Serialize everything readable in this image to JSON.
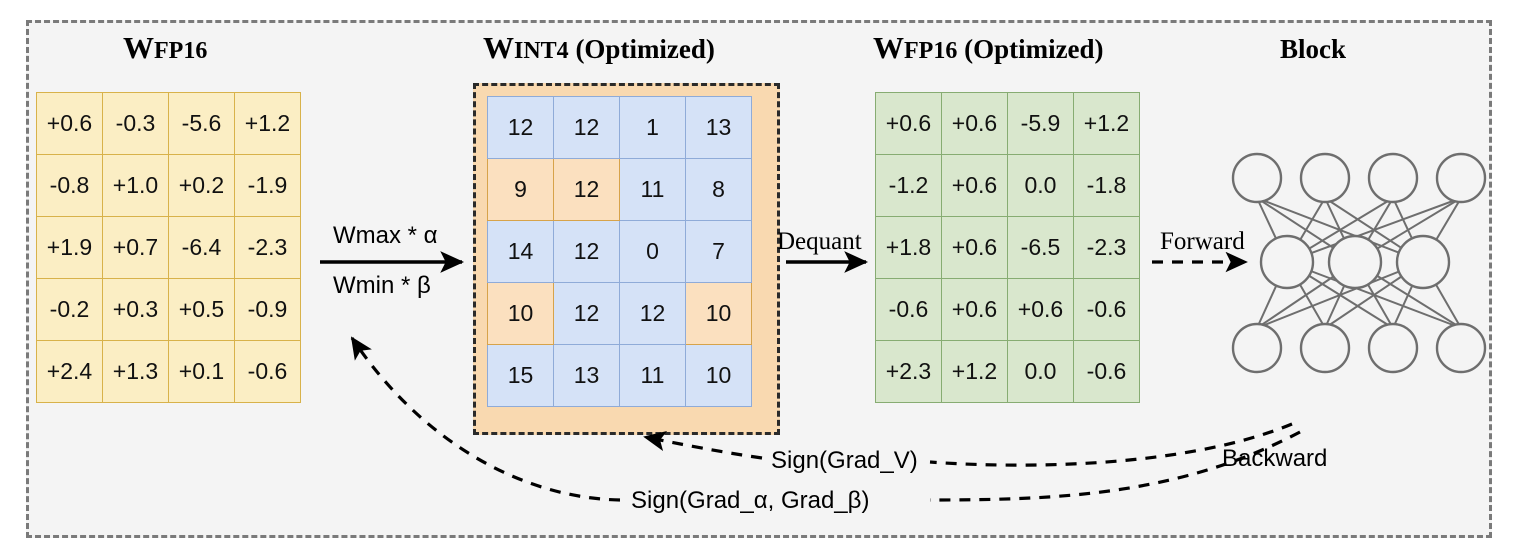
{
  "diagram": {
    "titles": {
      "fp16": {
        "base": "W",
        "sub": "FP16",
        "suffix": ""
      },
      "int4": {
        "base": "W",
        "sub": "INT4",
        "suffix": " (Optimized)"
      },
      "fp16_opt": {
        "base": "W",
        "sub": "FP16",
        "suffix": " (Optimized)"
      },
      "block": "Block"
    },
    "matrices": {
      "fp16": {
        "name": "W_FP16",
        "rows": [
          [
            "+0.6",
            "-0.3",
            "-5.6",
            "+1.2"
          ],
          [
            "-0.8",
            "+1.0",
            "+0.2",
            "-1.9"
          ],
          [
            "+1.9",
            "+0.7",
            "-6.4",
            "-2.3"
          ],
          [
            "-0.2",
            "+0.3",
            "+0.5",
            "-0.9"
          ],
          [
            "+2.4",
            "+1.3",
            "+0.1",
            "-0.6"
          ]
        ]
      },
      "int4": {
        "name": "W_INT4_Optimized",
        "rows": [
          [
            "12",
            "12",
            "1",
            "13"
          ],
          [
            "9",
            "12",
            "11",
            "8"
          ],
          [
            "14",
            "12",
            "0",
            "7"
          ],
          [
            "10",
            "12",
            "12",
            "10"
          ],
          [
            "15",
            "13",
            "11",
            "10"
          ]
        ],
        "highlighted": [
          [
            1,
            0
          ],
          [
            1,
            1
          ],
          [
            3,
            0
          ],
          [
            3,
            3
          ]
        ]
      },
      "fp16_opt": {
        "name": "W_FP16_Optimized",
        "rows": [
          [
            "+0.6",
            "+0.6",
            "-5.9",
            "+1.2"
          ],
          [
            "-1.2",
            "+0.6",
            "0.0",
            "-1.8"
          ],
          [
            "+1.8",
            "+0.6",
            "-6.5",
            "-2.3"
          ],
          [
            "-0.6",
            "+0.6",
            "+0.6",
            "-0.6"
          ],
          [
            "+2.3",
            "+1.2",
            "0.0",
            "-0.6"
          ]
        ]
      }
    },
    "labels": {
      "wmax": "Wmax * α",
      "wmin": "Wmin * β",
      "dequant": "Dequant",
      "forward": "Forward",
      "backward": "Backward",
      "sign_grad_v": "Sign(Grad_V)",
      "sign_grad_ab": "Sign(Grad_α, Grad_β)"
    },
    "network": {
      "layers": [
        4,
        3,
        4
      ]
    },
    "colors": {
      "yellow_fill": "#fbeec4",
      "yellow_border": "#d8b24a",
      "blue_fill": "#d5e2f7",
      "blue_border": "#8fabd8",
      "orange_fill": "#fbe0bf",
      "orange_box": "#f9d9b0",
      "green_fill": "#d9e7cd",
      "green_border": "#87ac72",
      "frame_bg": "#f4f4f4",
      "node_stroke": "#6e6e6e"
    }
  }
}
